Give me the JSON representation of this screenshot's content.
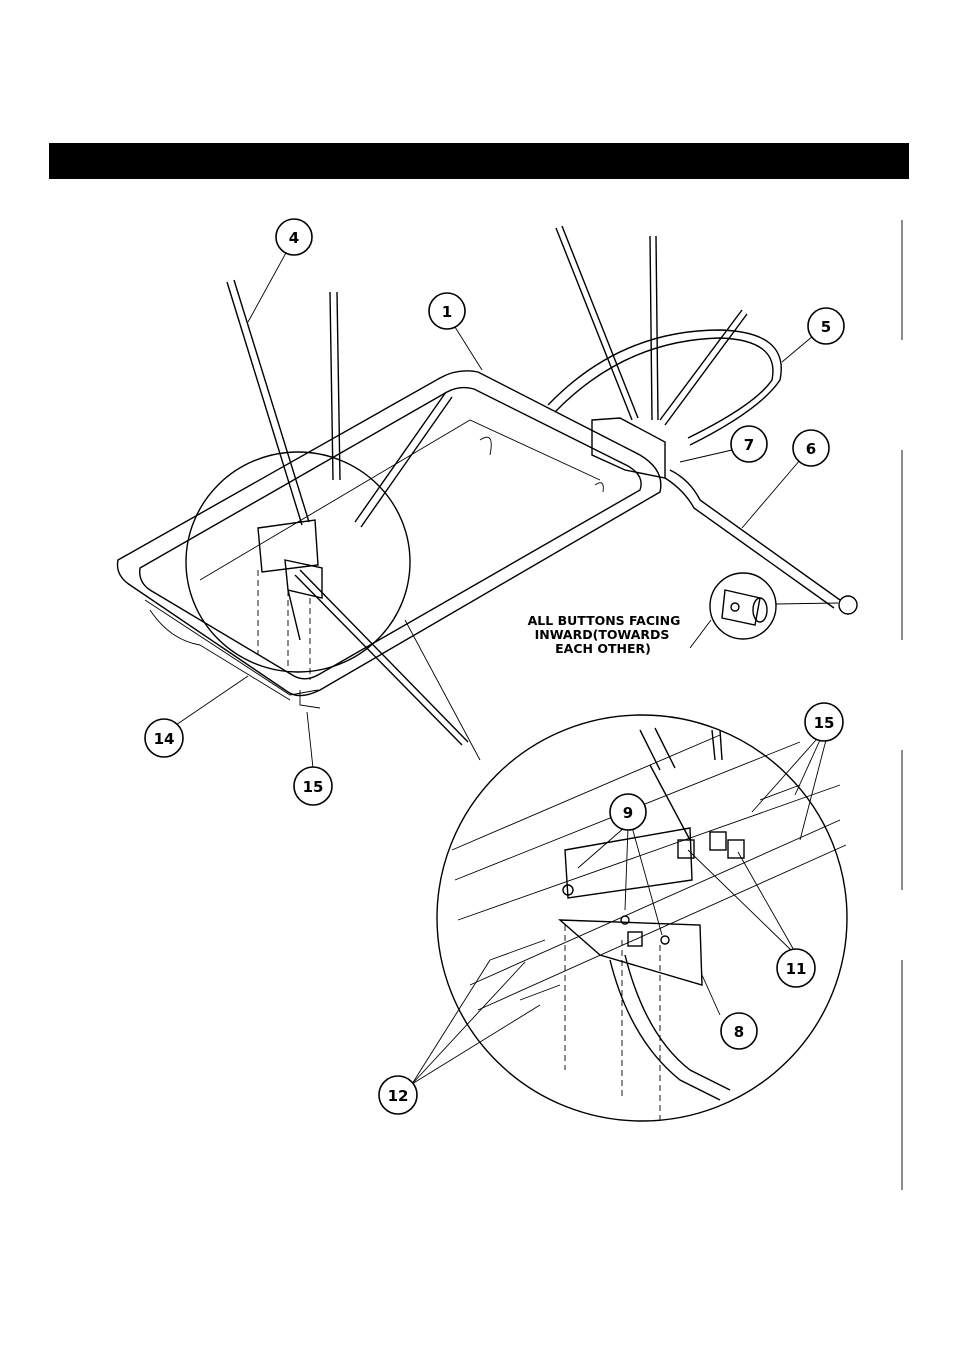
{
  "callouts": {
    "c1": "1",
    "c4": "4",
    "c5": "5",
    "c6": "6",
    "c7": "7",
    "c8": "8",
    "c9": "9",
    "c11": "11",
    "c12": "12",
    "c14": "14",
    "c15a": "15",
    "c15b": "15"
  },
  "note": {
    "line1": "ALL BUTTONS FACING",
    "line2": "INWARD(TOWARDS",
    "line3": "EACH OTHER)"
  },
  "colors": {
    "ink": "#000000",
    "paper": "#ffffff"
  }
}
